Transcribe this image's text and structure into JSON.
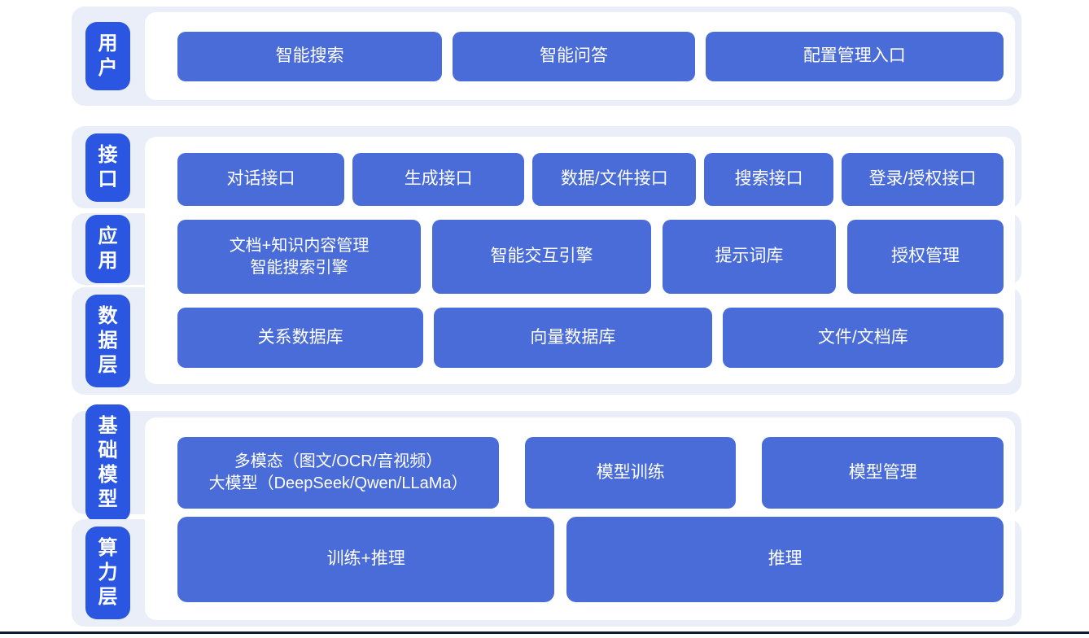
{
  "colors": {
    "label_blue": "#2a56e2",
    "button_blue": "#4a6cd8",
    "panel_bg": "#e9eef8",
    "bottom_line": "#0f1b33"
  },
  "layers": {
    "user": {
      "label": "用户",
      "buttons": {
        "smart_search": "智能搜索",
        "smart_qa": "智能问答",
        "config_entry": "配置管理入口"
      }
    },
    "interface": {
      "label": "接口",
      "buttons": {
        "dialog": "对话接口",
        "generation": "生成接口",
        "data_file": "数据/文件接口",
        "search": "搜索接口",
        "login_auth": "登录/授权接口"
      }
    },
    "application": {
      "label": "应用",
      "buttons": {
        "doc_knowledge": "文档+知识内容管理\n智能搜索引擎",
        "interaction_engine": "智能交互引擎",
        "prompt_library": "提示词库",
        "auth_mgmt": "授权管理"
      }
    },
    "data": {
      "label": "数据层",
      "buttons": {
        "relational_db": "关系数据库",
        "vector_db": "向量数据库",
        "file_doc_store": "文件/文档库"
      }
    },
    "foundation_model": {
      "label": "基础模型",
      "buttons": {
        "multimodal_llm": "多模态（图文/OCR/音视频）\n大模型（DeepSeek/Qwen/LLaMa）",
        "model_training": "模型训练",
        "model_mgmt": "模型管理"
      }
    },
    "compute": {
      "label": "算力层",
      "buttons": {
        "training_inference": "训练+推理",
        "inference": "推理"
      }
    }
  }
}
